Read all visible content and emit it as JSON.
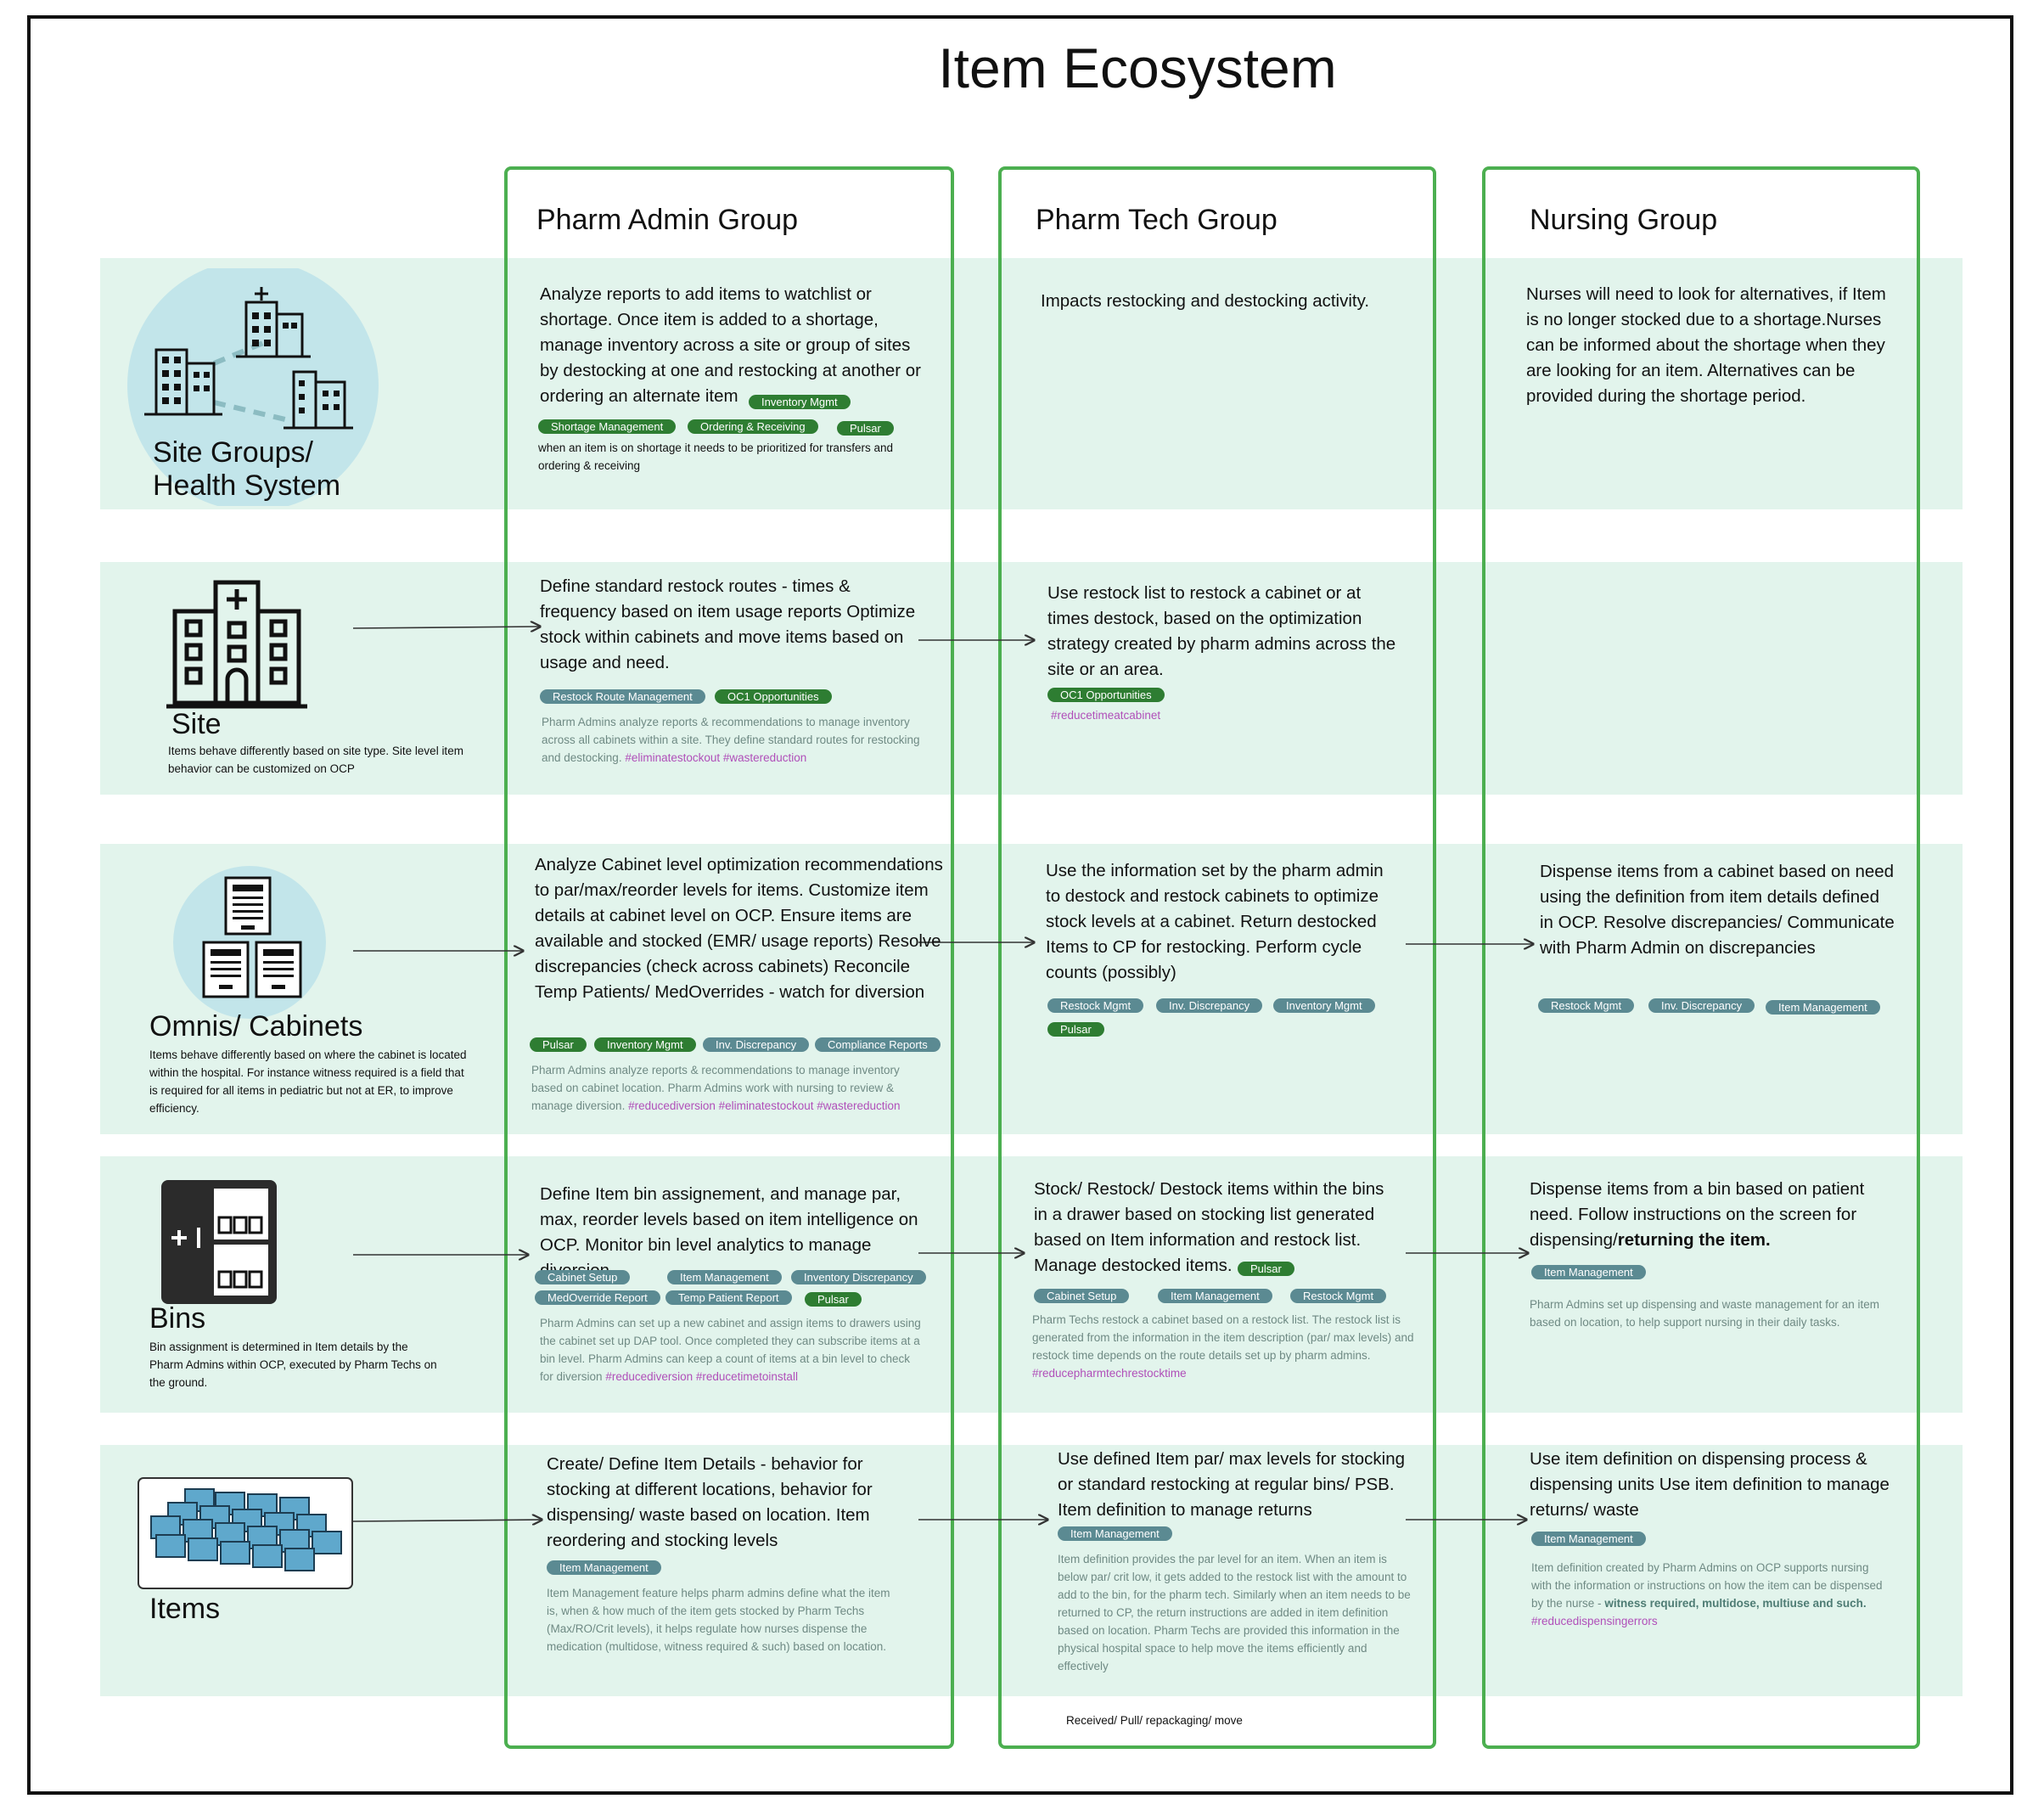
{
  "title": "Item Ecosystem",
  "columns": [
    "Pharm Admin Group",
    "Pharm Tech Group",
    "Nursing Group"
  ],
  "rows": {
    "site_groups": {
      "label_line1": "Site Groups/",
      "label_line2": "Health System",
      "admin": {
        "text": "Analyze reports to add items to watchlist or shortage. Once item is added to a shortage, manage inventory across a site or group of sites by destocking at one and restocking at another or ordering an alternate item",
        "tags": [
          "Inventory Mgmt",
          "Shortage Management",
          "Ordering & Receiving",
          "Pulsar"
        ],
        "note": "when an item is on shortage it needs to be prioritized for transfers and ordering & receiving"
      },
      "tech": {
        "text": "Impacts restocking and destocking activity."
      },
      "nursing": {
        "text": "Nurses will need to look for alternatives, if Item is no longer stocked due to a shortage.Nurses can be informed about the shortage when they are looking for an item. Alternatives can be provided during the shortage period."
      }
    },
    "site": {
      "label": "Site",
      "desc": "Items behave differently based on site type. Site level item behavior can be customized on OCP",
      "admin": {
        "text": "Define standard restock routes - times & frequency based on item usage reports Optimize stock within cabinets and move items based on usage and need.",
        "tags": [
          "Restock Route Management",
          "OC1 Opportunities"
        ],
        "note": "Pharm Admins analyze reports & recommendations to manage inventory across all cabinets within a site. They define standard routes for restocking and destocking.",
        "hashtags": "#eliminatestockout #wastereduction"
      },
      "tech": {
        "text": "Use restock list to restock a cabinet or at times destock, based on the optimization strategy created by pharm admins across the site or an area.",
        "tags": [
          "OC1 Opportunities"
        ],
        "hashtags": "#reducetimeatcabinet"
      }
    },
    "omnis": {
      "label": "Omnis/ Cabinets",
      "desc": "Items behave differently based on where the cabinet is located within the hospital. For instance witness required is a field that is required for all items in pediatric but not at ER, to improve efficiency.",
      "admin": {
        "text": "Analyze Cabinet level optimization recommendations to par/max/reorder levels for items. Customize item details at cabinet level on OCP. Ensure items are available and stocked (EMR/ usage reports) Resolve discrepancies (check across cabinets) Reconcile Temp Patients/ MedOverrides - watch for diversion",
        "tags": [
          "Pulsar",
          "Inventory Mgmt",
          "Inv. Discrepancy",
          "Compliance Reports"
        ],
        "note": "Pharm Admins analyze reports & recommendations to manage inventory based on cabinet location. Pharm Admins work with nursing to review & manage diversion.",
        "hashtags": "#reducediversion #eliminatestockout #wastereduction"
      },
      "tech": {
        "text": "Use the information set by the pharm admin to destock and restock cabinets to optimize stock levels at a cabinet. Return destocked Items to CP for restocking. Perform cycle counts (possibly)",
        "tags": [
          "Restock Mgmt",
          "Inv. Discrepancy",
          "Inventory Mgmt",
          "Pulsar"
        ]
      },
      "nursing": {
        "text": "Dispense items from a cabinet based on need using the definition from item details defined in OCP. Resolve discrepancies/ Communicate with Pharm Admin on discrepancies",
        "tags": [
          "Restock Mgmt",
          "Inv. Discrepancy",
          "Item Management"
        ]
      }
    },
    "bins": {
      "label": "Bins",
      "desc": "Bin assignment is determined in Item details by the Pharm Admins within OCP, executed by Pharm Techs on the ground.",
      "admin": {
        "text": "Define Item bin assignement, and manage par, max, reorder levels based on item intelligence on OCP. Monitor bin level analytics to manage diversion.",
        "tags": [
          "Cabinet Setup",
          "Item Management",
          "Inventory Discrepancy",
          "MedOverride Report",
          "Temp Patient Report",
          "Pulsar"
        ],
        "note": "Pharm Admins can set up a new cabinet and assign items to drawers using the cabinet set up DAP tool. Once completed they can subscribe items at a bin level. Pharm Admins can keep a count of items at a bin level to check for diversion",
        "hashtags": "#reducediversion #reducetimetoinstall"
      },
      "tech": {
        "text": "Stock/ Restock/ Destock items within the bins in a drawer based on stocking list generated based on Item information and restock list. Manage destocked items.",
        "tags": [
          "Pulsar",
          "Cabinet Setup",
          "Item Management",
          "Restock Mgmt"
        ],
        "note": "Pharm Techs restock a cabinet based on a restock list. The restock list is generated from the information in the item description (par/ max levels) and restock time depends on the route details set up by pharm admins.",
        "hashtags": "#reducepharmtechrestocktime"
      },
      "nursing": {
        "text_plain": "Dispense items from a bin based on patient need. Follow instructions on the screen for dispensing/",
        "text_bold": "returning the item.",
        "tags": [
          "Item Management"
        ],
        "note": "Pharm Admins set up dispensing and waste management for an item based on location, to help support nursing in their daily tasks."
      }
    },
    "items": {
      "label": "Items",
      "admin": {
        "text": "Create/ Define Item Details - behavior for stocking at different locations, behavior for dispensing/ waste based on location. Item reordering and stocking levels",
        "tags": [
          "Item Management"
        ],
        "note": "Item Management feature helps pharm admins define what the item is, when & how much of the item gets stocked by Pharm Techs (Max/RO/Crit levels), it helps regulate how nurses dispense the medication (multidose, witness required & such) based on location."
      },
      "tech": {
        "text": "Use defined Item par/ max levels for stocking or standard restocking at regular bins/ PSB. Item definition to manage returns",
        "tags": [
          "Item Management"
        ],
        "note": "Item definition provides the par level for an item. When an item is below par/ crit low, it gets added to the restock list with the amount to add to the bin, for the pharm tech. Similarly when an item needs to be returned to CP, the return instructions are added in item definition based on location. Pharm Techs are provided this information in the physical hospital space to help move the items efficiently and effectively",
        "footer": "Received/ Pull/ repackaging/ move"
      },
      "nursing": {
        "text": "Use item definition on dispensing process & dispensing units Use item definition to manage returns/ waste",
        "tags": [
          "Item Management"
        ],
        "note": "Item definition created by Pharm Admins on OCP supports nursing with the information or instructions on how the item can be dispensed by the nurse -",
        "note_bold": "witness required, multidose, multiuse and such.",
        "hashtags": "#reducedispensingerrors"
      }
    }
  },
  "colors": {
    "band": "#e2f4ec",
    "column_border": "#4caf50",
    "tag_green": "#2e7d32",
    "tag_blue": "#5b8a92",
    "hashtag": "#b04fb9",
    "icon_teal": "#c2e5ea",
    "box_blue": "#5fa8cc"
  }
}
